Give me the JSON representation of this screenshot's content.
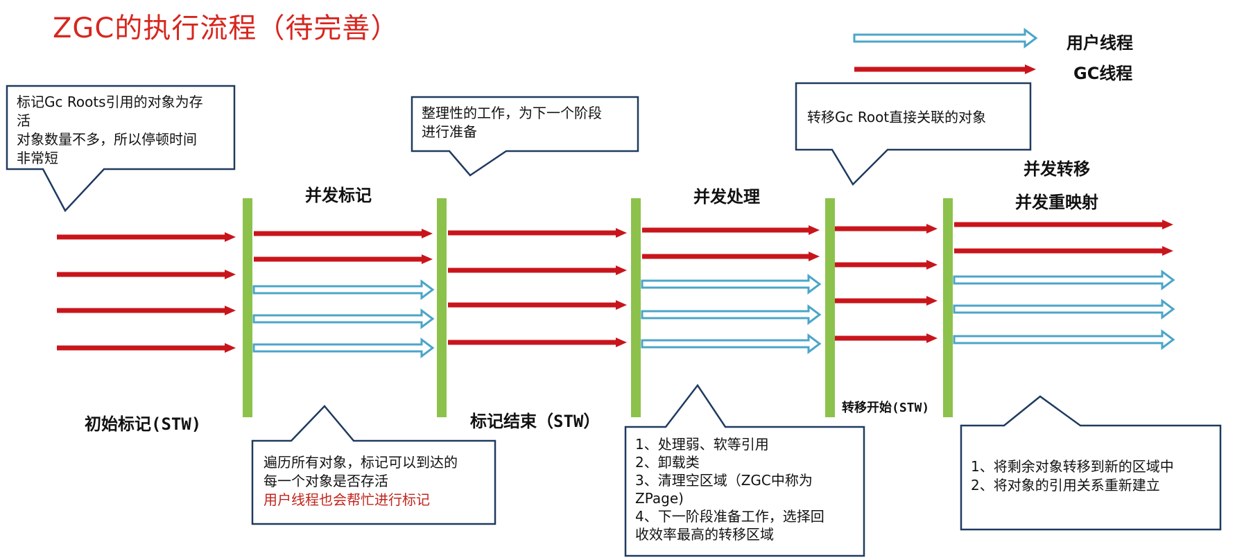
{
  "title": "ZGC的执行流程（待完善）",
  "legend": {
    "user_thread": "用户线程",
    "gc_thread": "GC线程"
  },
  "colors": {
    "title": "#d7261f",
    "gc_arrow": "#c8151b",
    "user_arrow_stroke": "#4ba5c8",
    "barrier": "#8cc24c",
    "callout_border": "#1f3a5f"
  },
  "phases": {
    "initial_mark": {
      "label": "初始标记",
      "tag": "(STW)"
    },
    "concurrent_mark": {
      "label": "并发标记"
    },
    "remark": {
      "label": "标记结束",
      "tag": "（STW）"
    },
    "concurrent_process": {
      "label": "并发处理"
    },
    "relocate_start": {
      "label": "转移开始",
      "tag": "(STW)"
    },
    "concurrent_relocate": {
      "label": "并发转移"
    },
    "concurrent_remap": {
      "label": "并发重映射"
    }
  },
  "callouts": {
    "c1": {
      "lines": [
        "标记Gc Roots引用的对象为存",
        "活",
        "对象数量不多，所以停顿时间",
        "非常短"
      ]
    },
    "c2": {
      "lines": [
        "整理性的工作，为下一个阶段",
        "进行准备"
      ]
    },
    "c3": {
      "lines": [
        "转移Gc Root直接关联的对象"
      ]
    },
    "c4": {
      "lines": [
        "遍历所有对象，标记可以到达的",
        "每一个对象是否存活"
      ],
      "highlight": "用户线程也会帮忙进行标记"
    },
    "c5": {
      "lines": [
        "1、处理弱、软等引用",
        "2、卸载类",
        "3、清理空区域（ZGC中称为",
        "ZPage)",
        "4、下一阶段准备工作，选择回",
        "收效率最高的转移区域"
      ]
    },
    "c6": {
      "lines": [
        "1、将剩余对象转移到新的区域中",
        "2、将对象的引用关系重新建立"
      ]
    }
  }
}
